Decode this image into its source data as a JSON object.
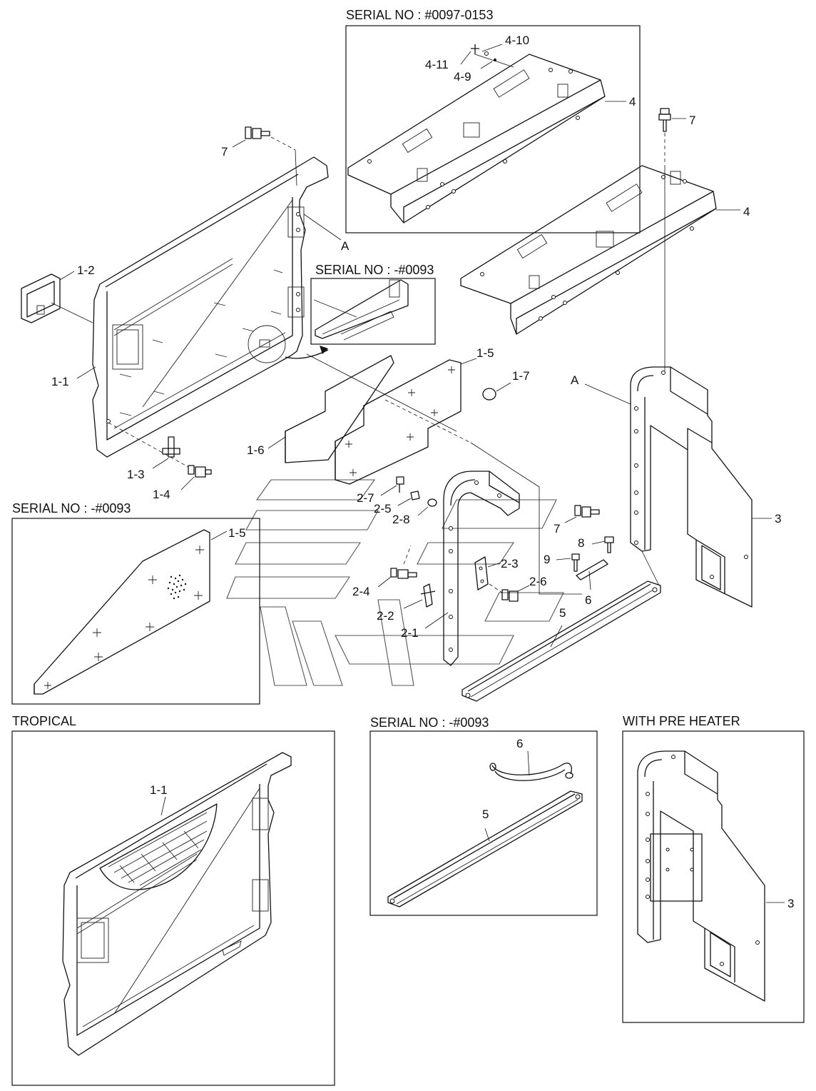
{
  "sections": {
    "serial_0097_0153": "SERIAL NO : #0097-0153",
    "serial_0093_inset": "SERIAL NO : -#0093",
    "serial_0093_left": "SERIAL NO : -#0093",
    "tropical": "TROPICAL",
    "serial_0093_bottom": "SERIAL NO : -#0093",
    "with_pre_heater": "WITH PRE HEATER"
  },
  "callouts": {
    "c_4_10": "4-10",
    "c_4_11": "4-11",
    "c_4_9": "4-9",
    "c_4_top": "4",
    "c_7_right": "7",
    "c_4_main": "4",
    "c_7_top": "7",
    "c_A_1": "A",
    "c_1_2": "1-2",
    "c_1_1": "1-1",
    "c_1_5": "1-5",
    "c_1_7": "1-7",
    "c_A_2": "A",
    "c_1_6": "1-6",
    "c_1_3": "1-3",
    "c_1_4": "1-4",
    "c_2_7": "2-7",
    "c_2_5": "2-5",
    "c_2_8": "2-8",
    "c_1_5_inset": "1-5",
    "c_7_mid": "7",
    "c_8": "8",
    "c_9": "9",
    "c_2_3": "2-3",
    "c_2_6": "2-6",
    "c_2_4": "2-4",
    "c_6": "6",
    "c_2_2": "2-2",
    "c_5": "5",
    "c_2_1": "2-1",
    "c_3": "3",
    "c_1_1_tropical": "1-1",
    "c_6_bottom": "6",
    "c_5_bottom": "5",
    "c_3_heater": "3"
  }
}
